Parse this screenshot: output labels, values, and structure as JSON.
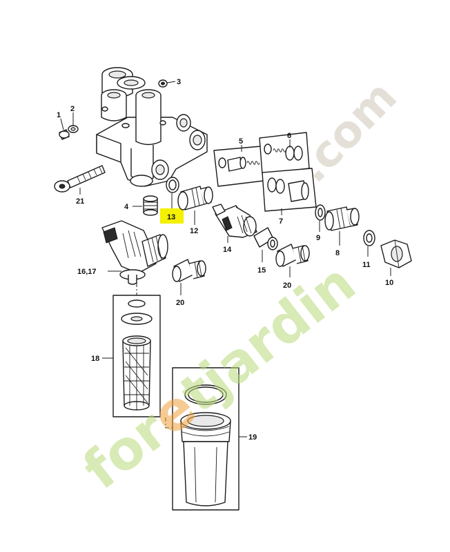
{
  "callouts": {
    "c1": "1",
    "c2": "2",
    "c3": "3",
    "c4": "4",
    "c5": "5",
    "c6": "6",
    "c7": "7",
    "c8": "8",
    "c9": "9",
    "c10": "10",
    "c11": "11",
    "c12": "12",
    "c13": "13",
    "c14": "14",
    "c15": "15",
    "c1617": "16,17",
    "c18": "18",
    "c19": "19",
    "c20a": "20",
    "c20b": "20",
    "c21": "21"
  },
  "highlight": {
    "label": "13",
    "color": "#f4f000"
  },
  "watermark": {
    "brand_start": "for",
    "brand_o": "e",
    "brand_end": "tjardin",
    "tld": ".com",
    "colors": {
      "green": "#b9d97a",
      "orange": "#f0a23c",
      "gray": "#d6cfc2"
    }
  }
}
